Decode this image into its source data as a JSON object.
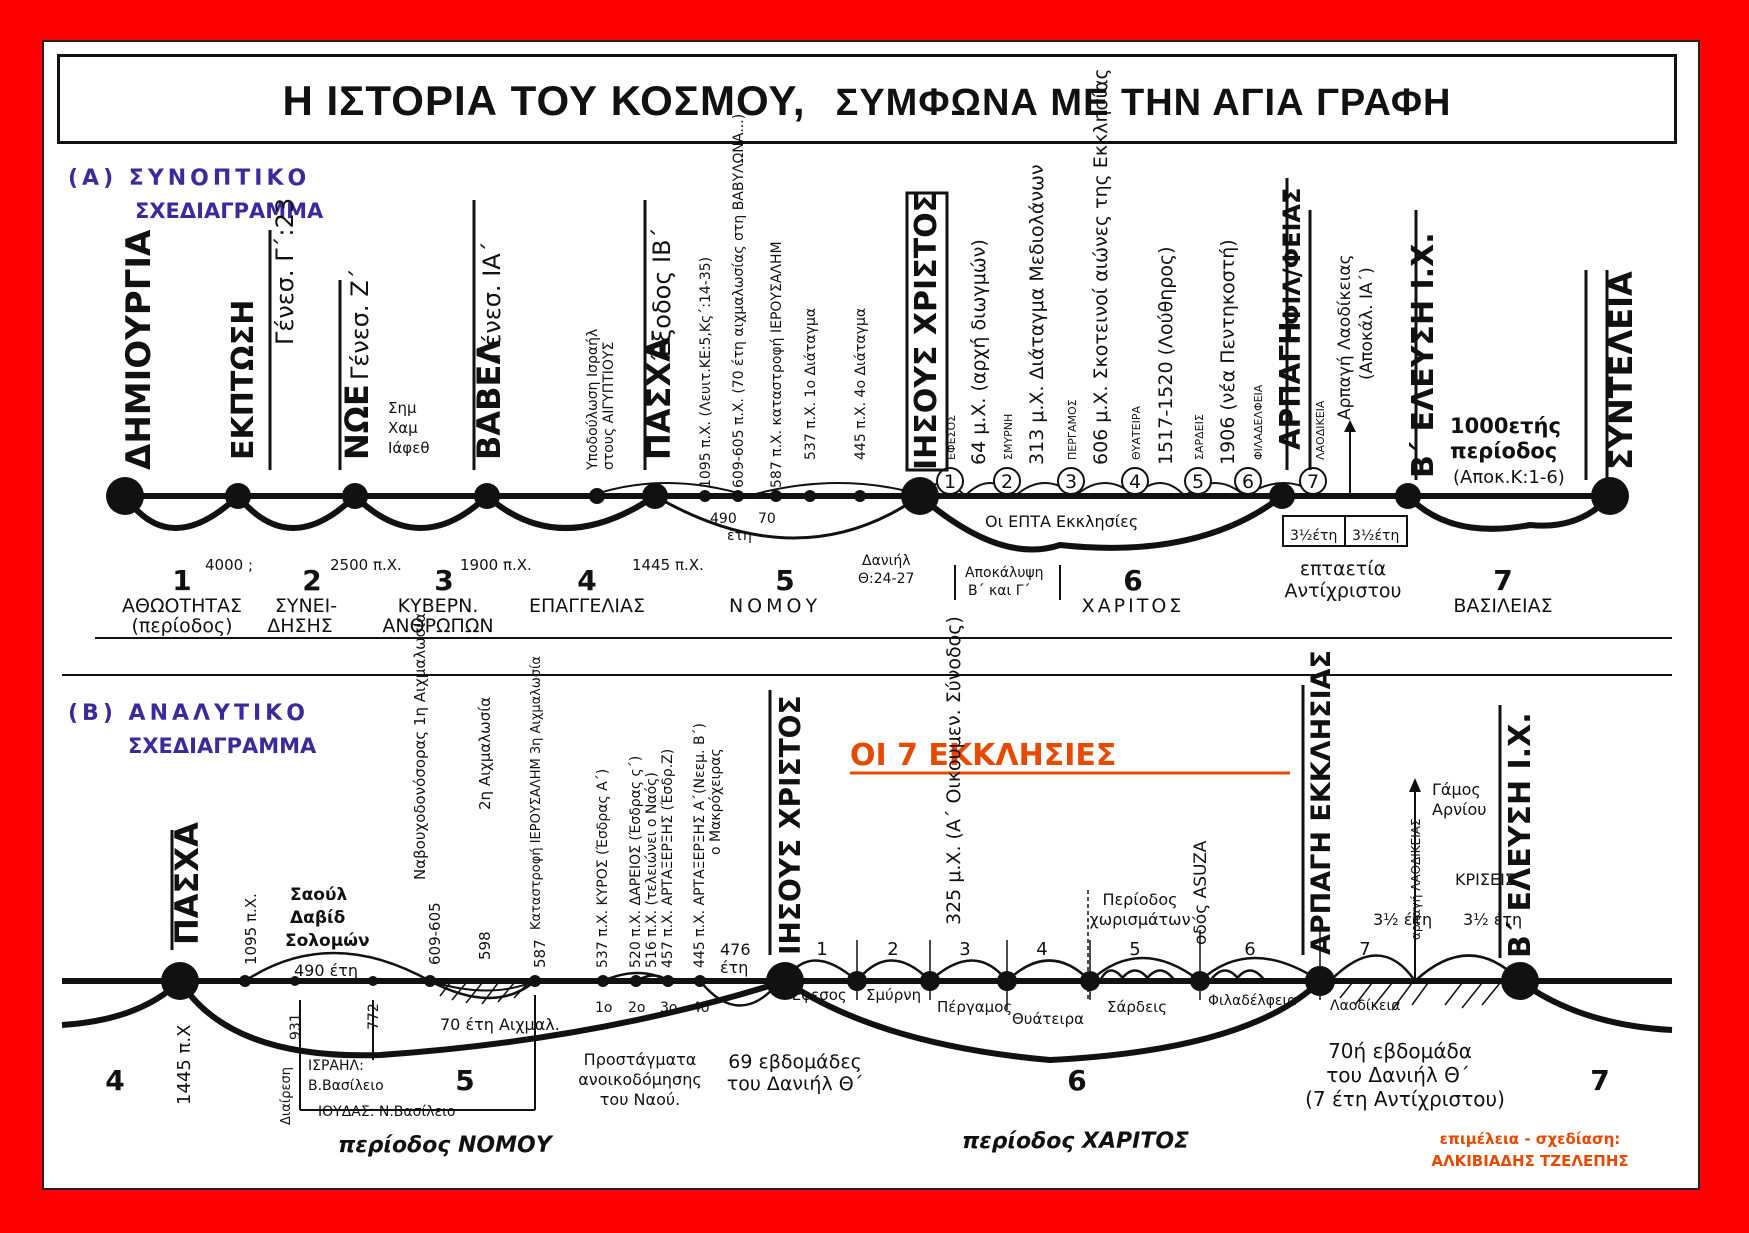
{
  "title": {
    "main": "Η ΙΣΤΟΡΙΑ ΤΟΥ ΚΟΣΜΟΥ,",
    "sub": "ΣΥΜΦΩΝΑ ΜΕ ΤΗΝ ΑΓΙΑ ΓΡΑΦΗ"
  },
  "colors": {
    "frame": "#ff0000",
    "section_heading": "#3b2a9c",
    "accent": "#e64a00"
  },
  "sectionA": {
    "heading1": "(Α) ΣΥΝΟΠΤΙΚΟ",
    "heading2": "ΣΧΕΔΙΑΓΡΑΜΜΑ",
    "events": [
      "ΔΗΜΙΟΥΡΓΙΑ",
      "ΕΚΠΤΩΣΗ",
      "Γένεσ. Γ΄:23",
      "ΝΩΕ",
      "Γένεσ. Ζ΄",
      "ΒΑΒΕΛ",
      "Γένεσ. ΙΑ΄",
      "ΠΑΣΧΑ",
      "Έξοδος ΙΒ΄",
      "ΙΗΣΟΥΣ ΧΡΙΣΤΟΣ",
      "ΑΡΠΑΓΗ",
      "ΦΙΛ/ΦΕΙΑΣ",
      "Β΄ ΕΛΕΥΣΗ Ι.Χ.",
      "ΣΥΝΤΕΛΕΙΑ"
    ],
    "sons": [
      "Σημ",
      "Χαμ",
      "Ιάφεθ"
    ],
    "israel_egypt": [
      "Υποδούλωση Ισραήλ",
      "στους ΑΙΓΥΠΤΙΟΥΣ"
    ],
    "law_events": [
      "1095 π.Χ. (Λευιτ.ΚΕ:5,Κς΄:14-35)",
      "609-605 π.Χ. (70 έτη αιχμαλωσίας στη ΒΑΒΥΛΩΝΑ...)",
      "587 π.Χ. καταστροφή ΙΕΡΟΥΣΑΛΗΜ",
      "537 π.Χ. 1ο Διάταγμα",
      "445 π.Χ. 4ο Διάταγμα"
    ],
    "church_events": [
      "64 μ.Χ. (αρχή διωγμών)",
      "313 μ.Χ. Διάταγμα Μεδιολάνων",
      "606 μ.Χ. Σκοτεινοί αιώνες της Εκκλησίας",
      "1517-1520 (Λούθηρος)",
      "1906 (νέα Πεντηκοστή)"
    ],
    "churches": [
      "ΕΦΕΣΟΣ",
      "ΣΜΥΡΝΗ",
      "ΠΕΡΓΑΜΟΣ",
      "ΘΥΑΤΕΙΡΑ",
      "ΣΑΡΔΕΙΣ",
      "ΦΙΛΑΔΕΛΦΕΙΑ",
      "ΛΑΟΔΙΚΕΙΑ"
    ],
    "laodicea_note": [
      "Αρπαγή Λαοδίκειας",
      "(Αποκάλ. ΙΑ΄)"
    ],
    "millennium": [
      "1000ετής",
      "περίοδος",
      "(Αποκ.Κ:1-6)"
    ],
    "dates": [
      "4000 ;",
      "2500 π.Χ.",
      "1900 π.Χ.",
      "1445 π.Χ."
    ],
    "small_labels": [
      "490",
      "έτη",
      "70",
      "Δανιήλ",
      "Θ:24-27",
      "Οι ΕΠΤΑ Εκκλησίες",
      "3½έτη",
      "3½έτη"
    ],
    "revelation": [
      "Αποκάλυψη",
      "Β΄ και Γ΄"
    ],
    "periods": [
      {
        "num": "1",
        "line1": "ΑΘΩΟΤΗΤΑΣ",
        "line2": "(περίοδος)"
      },
      {
        "num": "2",
        "line1": "ΣΥΝΕΙ-",
        "line2": "ΔΗΣΗΣ"
      },
      {
        "num": "3",
        "line1": "ΚΥΒΕΡΝ.",
        "line2": "ΑΝΘΡΩΠΩΝ"
      },
      {
        "num": "4",
        "line1": "ΕΠΑΓΓΕΛΙΑΣ",
        "line2": ""
      },
      {
        "num": "5",
        "line1": "ΝΟΜΟΥ",
        "line2": ""
      },
      {
        "num": "6",
        "line1": "ΧΑΡΙΤΟΣ",
        "line2": ""
      },
      {
        "num": "7",
        "line1": "ΒΑΣΙΛΕΙΑΣ",
        "line2": ""
      }
    ],
    "tribulation": [
      "επταετία",
      "Αντίχριστου"
    ]
  },
  "sectionB": {
    "heading1": "(Β) ΑΝΑΛΥΤΙΚΟ",
    "heading2": "ΣΧΕΔΙΑΓΡΑΜΜΑ",
    "seven_churches": "ΟΙ   7  ΕΚΚΛΗΣΙΕΣ",
    "events": [
      "ΠΑΣΧΑ",
      "ΙΗΣΟΥΣ ΧΡΙΣΤΟΣ",
      "ΑΡΠΑΓΗ ΕΚΚΛΗΣΙΑΣ",
      "Β΄ ΕΛΕΥΣΗ Ι.Χ."
    ],
    "kings": [
      "Σαούλ",
      "Δαβίδ",
      "Σολομών"
    ],
    "vertical": [
      "1095 π.Χ.",
      "Ναβουχοδονόσορας 1η Αιχμαλωσία",
      "609-605",
      "2η Αιχμαλωσία",
      "598",
      "Καταστροφή ΙΕΡΟΥΣΑΛΗΜ 3η Αιχμαλωσία",
      "587",
      "537 π.Χ. ΚΥΡΟΣ (Έσδρας Α΄)",
      "520 π.Χ. ΔΑΡΕΙΟΣ (Έσδρας ς΄)",
      "516 π.Χ. (τελειώνει ο Ναός)",
      "457 π.Χ. ΑΡΤΑΞΕΡΞΗΣ (Έσδρ.Ζ)",
      "445 π.Χ. ΑΡΤΑΞΕΡΞΗΣ Α΄(Νεεμ. Β΄)",
      "ο Μακρόχειρας",
      "325 μ.Χ. (Α΄ Οικουμεν. Σύνοδος)",
      "οδός ASUZA",
      "αρπαγή ΛΑΟΔΙΚΕΙΑΣ",
      "1445 π.Χ"
    ],
    "labels": [
      "490 έτη",
      "476",
      "έτη",
      "70 έτη Αιχμαλ.",
      "1ο",
      "2ο",
      "3ο",
      "4ο",
      "931",
      "772",
      "Διαίρεση",
      "ΙΣΡΑΗΛ:",
      "Β.Βασίλειο",
      "ΙΟΥΔΑΣ: Ν.Βασίλειο"
    ],
    "decrees": [
      "Προστάγματα",
      "ανοικοδόμησης",
      "του  Ναού."
    ],
    "weeks69": [
      "69 εβδομάδες",
      "του Δανιήλ Θ΄"
    ],
    "church_nums": [
      "1",
      "2",
      "3",
      "4",
      "5",
      "6",
      "7"
    ],
    "churches": [
      "Έφεσος",
      "Σμύρνη",
      "Πέργαμος",
      "Θυάτειρα",
      "Σάρδεις",
      "Φιλαδέλφεια",
      "Λαοδίκεια"
    ],
    "rooms": [
      "Περίοδος",
      "χωρισμάτων"
    ],
    "years": [
      "3½ έτη",
      "3½ έτη"
    ],
    "marriage": [
      "Γάμος",
      "Αρνίου"
    ],
    "judgments": "ΚΡΙΣΕΙΣ",
    "week70": [
      "70ή εβδομάδα",
      "του Δανιήλ Θ΄",
      "(7 έτη Αντίχριστου)"
    ],
    "period_nums": [
      "4",
      "5",
      "6",
      "7"
    ],
    "period_law": "περίοδος ΝΟΜΟΥ",
    "period_grace": "περίοδος ΧΑΡΙΤΟΣ",
    "credit": [
      "επιμέλεια - σχεδίαση:",
      "ΑΛΚΙΒΙΑΔΗΣ ΤΖΕΛΕΠΗΣ"
    ]
  }
}
